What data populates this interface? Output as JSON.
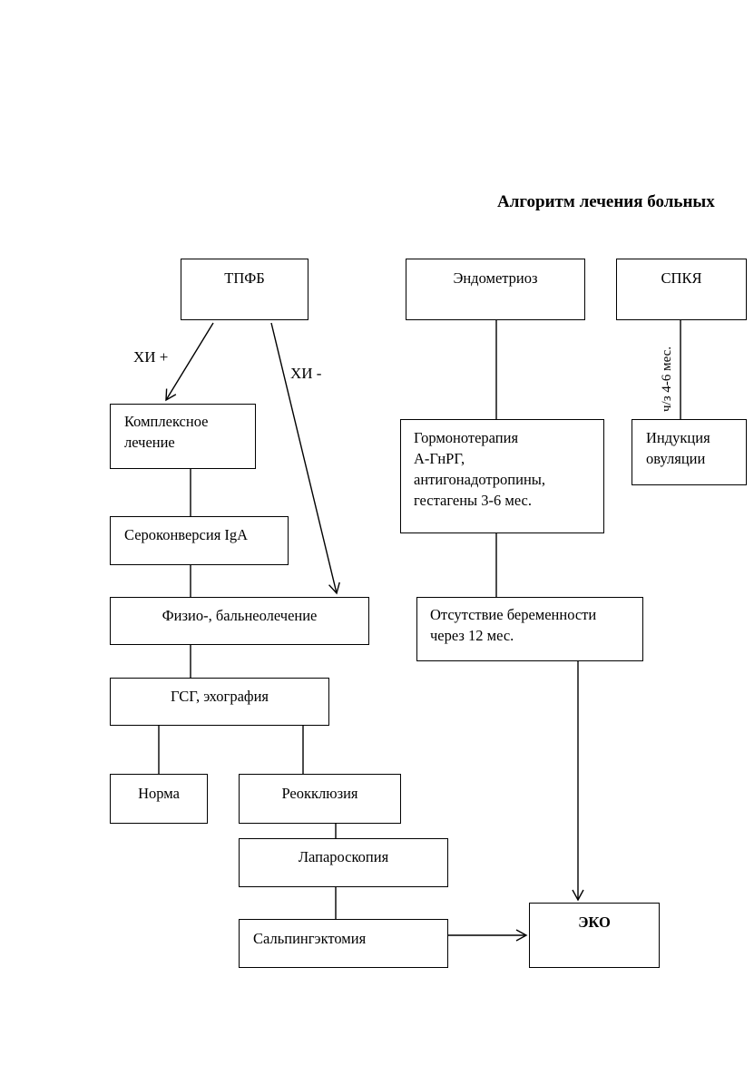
{
  "title": "Алгоритм лечения больных",
  "nodes": {
    "tpfb": "ТПФБ",
    "endometrioz": "Эндометриоз",
    "spkya": "СПКЯ",
    "kompleks_line1": "Комплексное",
    "kompleks_line2": "лечение",
    "serokonversiya": "Сероконверсия IgA",
    "fizio": "Физио-, бальнеолечение",
    "gsg": "ГСГ, эхография",
    "norma": "Норма",
    "reokklyuziya": "Реокклюзия",
    "laparoskopiya": "Лапароскопия",
    "salpingektomiya": "Сальпингэктомия",
    "gormon_line1": "Гормонотерапия",
    "gormon_line2": "А-ГнРГ,",
    "gormon_line3": "антигонадотропины,",
    "gormon_line4": "гестагены 3-6 мес.",
    "otsutstvie_line1": "Отсутствие беременности",
    "otsutstvie_line2": "через 12 мес.",
    "indukciya_line1": "Индукция",
    "indukciya_line2": "овуляции",
    "eko": "ЭКО"
  },
  "edge_labels": {
    "xi_plus": "ХИ +",
    "xi_minus": "ХИ -",
    "cz_months": "ч/з 4-6 мес."
  }
}
